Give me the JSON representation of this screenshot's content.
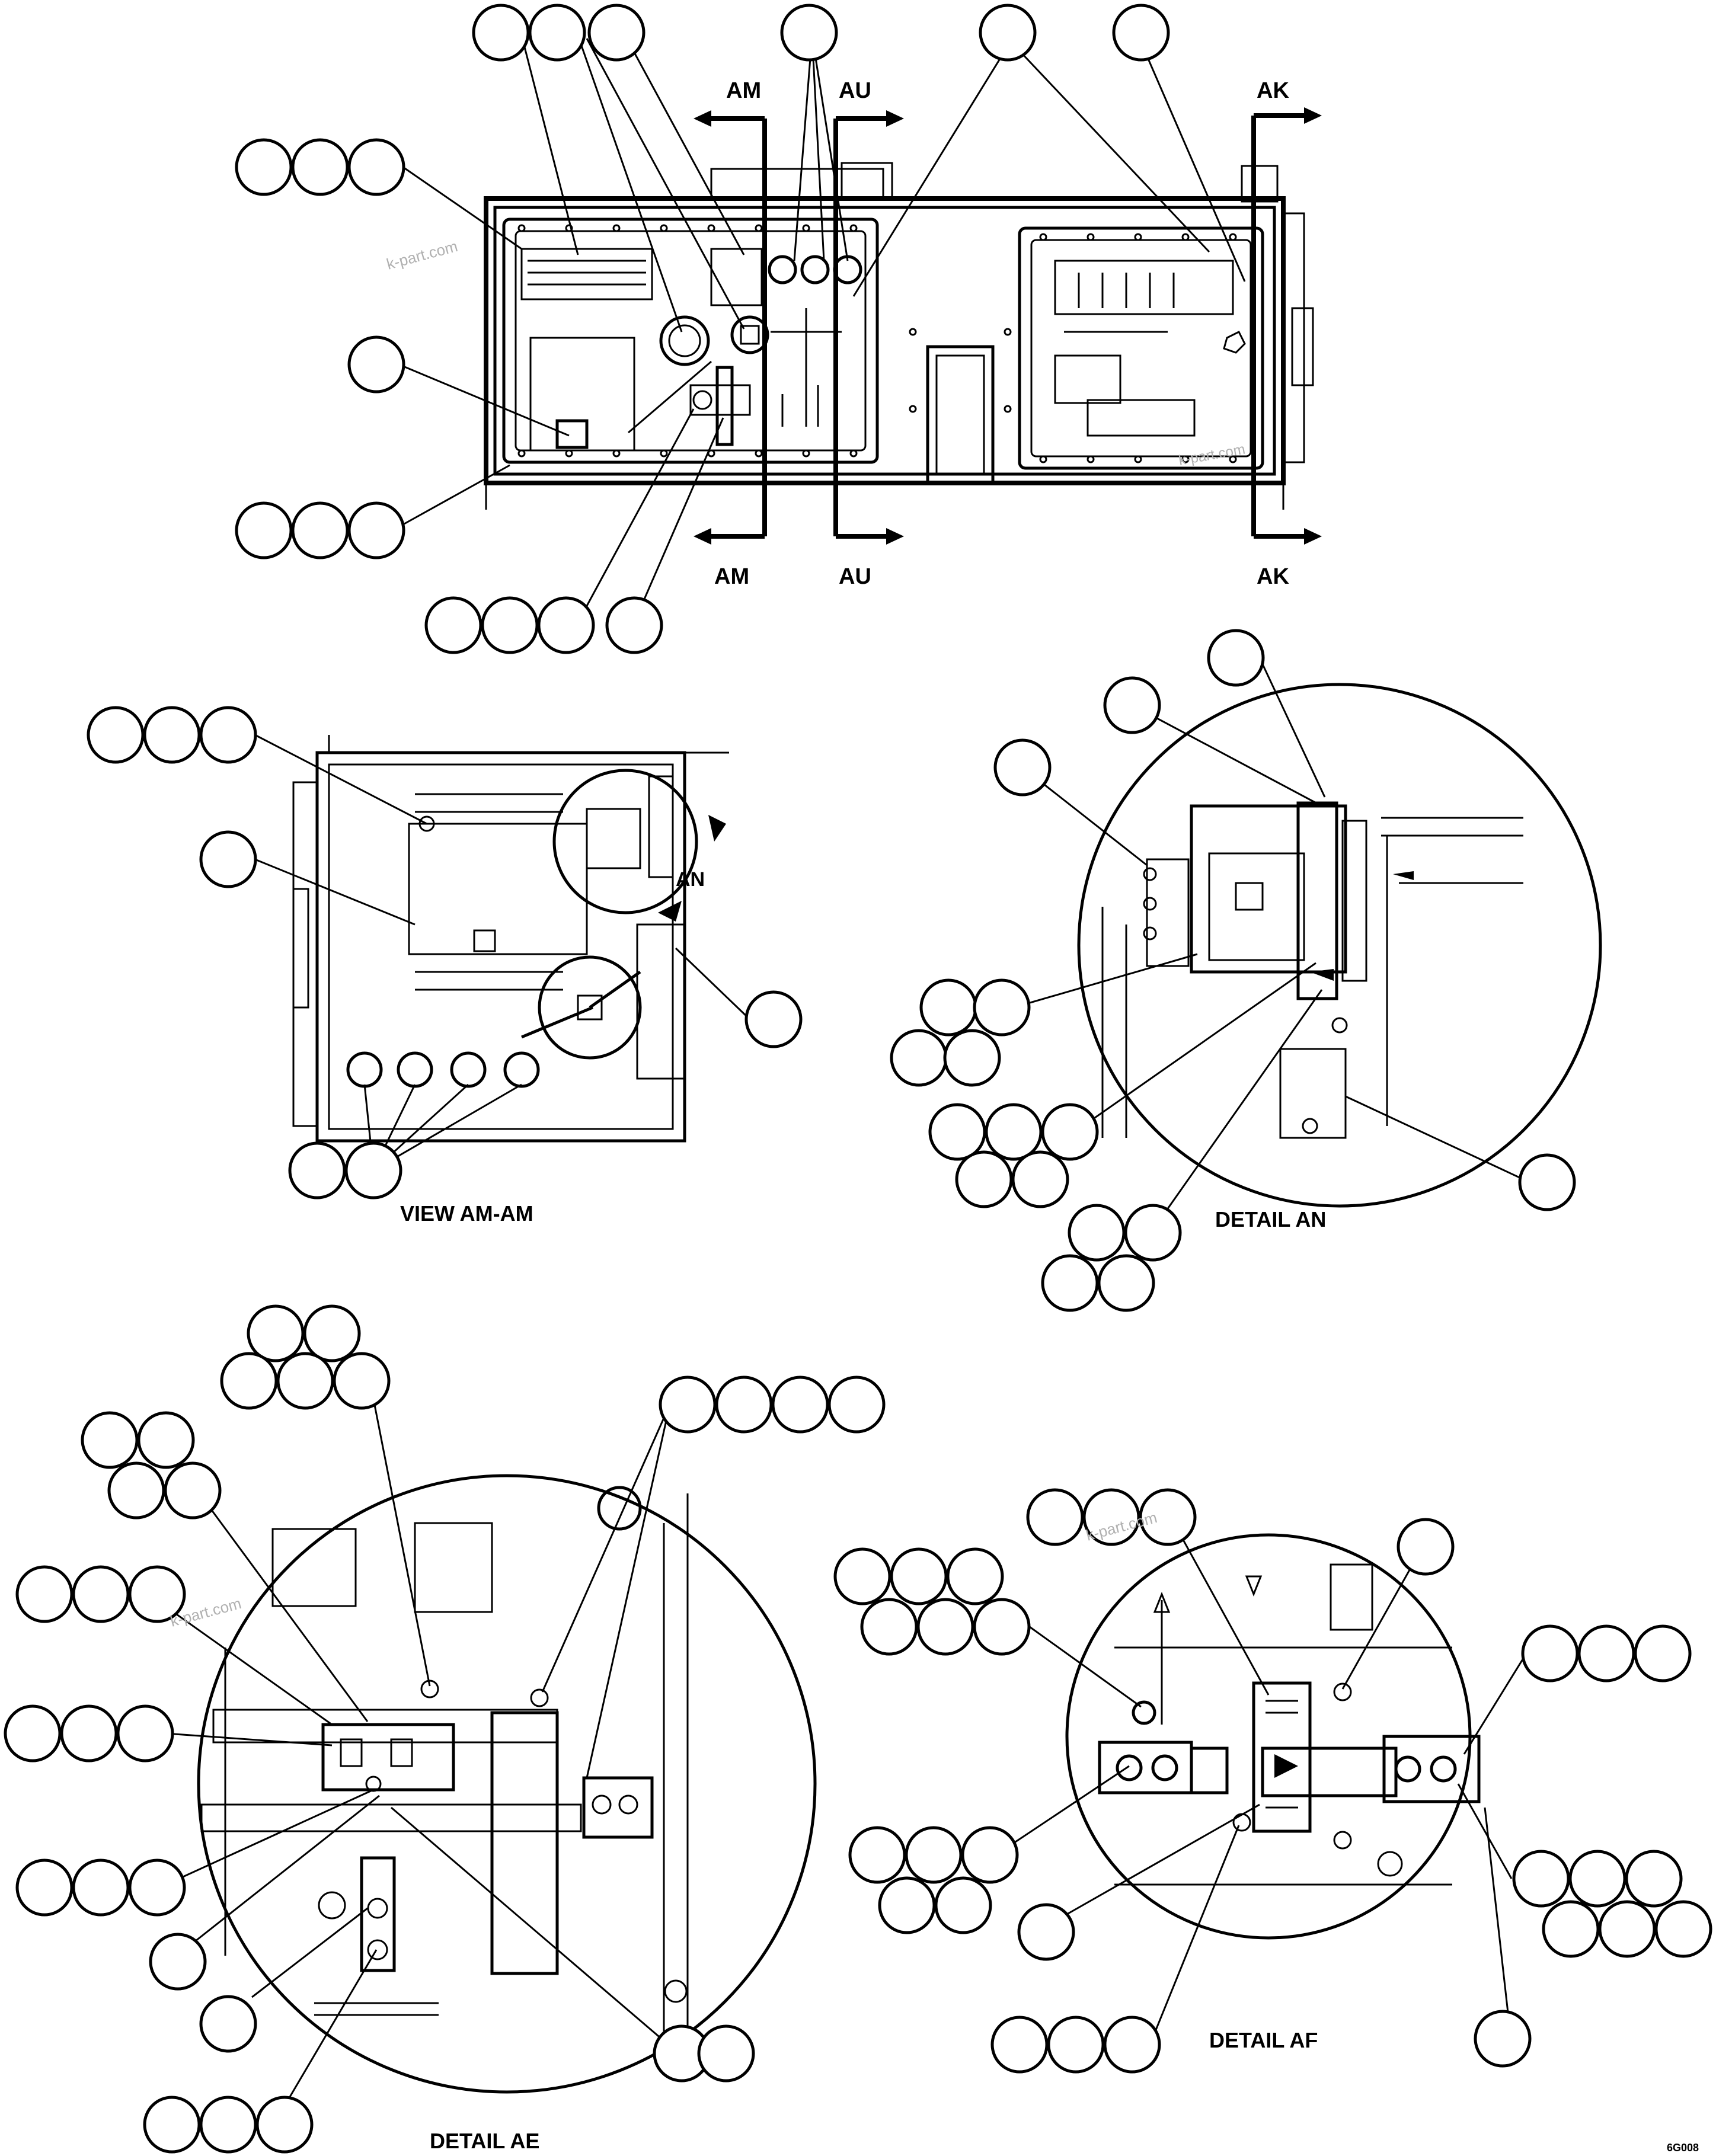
{
  "section_markers": {
    "am_top": "AM",
    "au_top": "AU",
    "ak_top": "AK",
    "am_bottom": "AM",
    "au_bottom": "AU",
    "ak_bottom": "AK"
  },
  "detail_callout": "AN",
  "captions": {
    "view_am": "VIEW AM-AM",
    "detail_an": "DETAIL AN",
    "detail_ae": "DETAIL AE",
    "detail_af": "DETAIL AF"
  },
  "watermarks": [
    "k-part.com",
    "k-part.com",
    "k-part.com",
    "k-part.com"
  ],
  "drawing_number": "6G008",
  "icons": {
    "section_arrow": "arrow-icon",
    "callout_bubble": "circle-icon"
  }
}
